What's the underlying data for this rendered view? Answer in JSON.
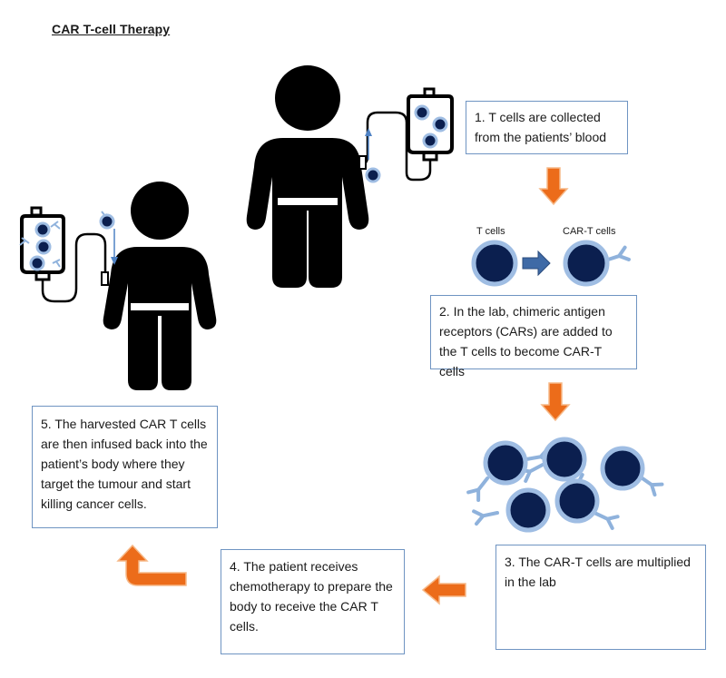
{
  "title": "CAR T-cell Therapy",
  "steps": {
    "step1": "1. T cells are collected from the patients’ blood",
    "step2": "2. In the lab, chimeric antigen receptors (CARs) are added to the T cells to become CAR-T cells",
    "step3": "3. The CAR-T cells are multiplied in the lab",
    "step4": "4. The patient receives chemotherapy to prepare the body to receive the CAR T cells.",
    "step5": "5. The harvested CAR T cells are then infused back into the patient’s body where they target the tumour and start killing cancer cells."
  },
  "labels": {
    "t_cells": "T cells",
    "car_t_cells": "CAR-T cells"
  },
  "icons": {
    "person": "person-icon",
    "iv_bag": "iv-bag-icon",
    "t_cell": "t-cell-icon",
    "car_t_cell": "car-t-cell-icon",
    "arrow": "arrow-icon"
  },
  "colors": {
    "cell_fill": "#0b1f4f",
    "cell_ring": "#9fbde3",
    "receptor": "#8fb2dc",
    "flow_arrow": "#ec6c1a",
    "convert_arrow": "#3f6aa6",
    "box_border": "#6f94c2",
    "silhouette": "#000000"
  }
}
